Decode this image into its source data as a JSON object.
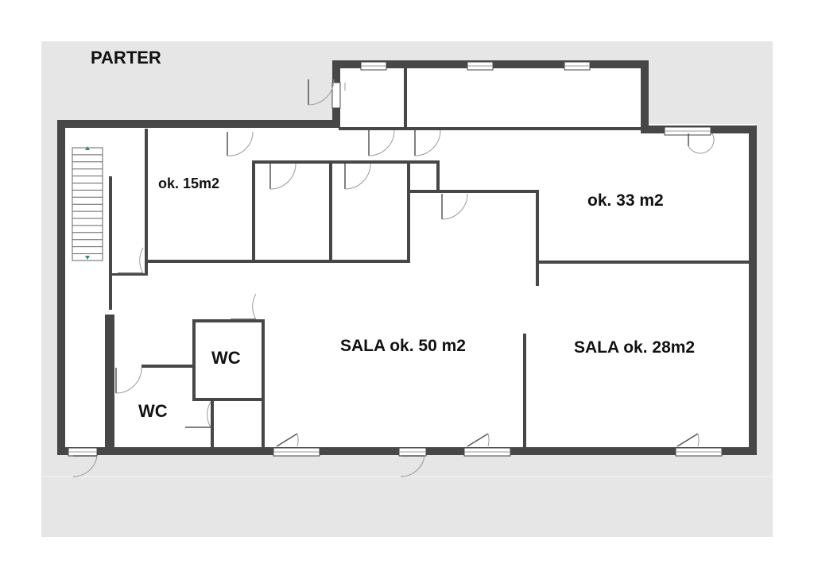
{
  "plan": {
    "floor_title": "PARTER",
    "rooms": {
      "office_small": "ok. 15m2",
      "office_large": "ok. 33 m2",
      "hall_main": "SALA ok. 50 m2",
      "hall_side": "SALA ok. 28m2",
      "wc_upper": "WC",
      "wc_lower": "WC"
    }
  },
  "colors": {
    "background": "#ffffff",
    "surround": "#e6e6e6",
    "floor": "#ffffff",
    "wall": "#474747",
    "stair": "#666666",
    "stair_marker": "#2f8f74"
  }
}
